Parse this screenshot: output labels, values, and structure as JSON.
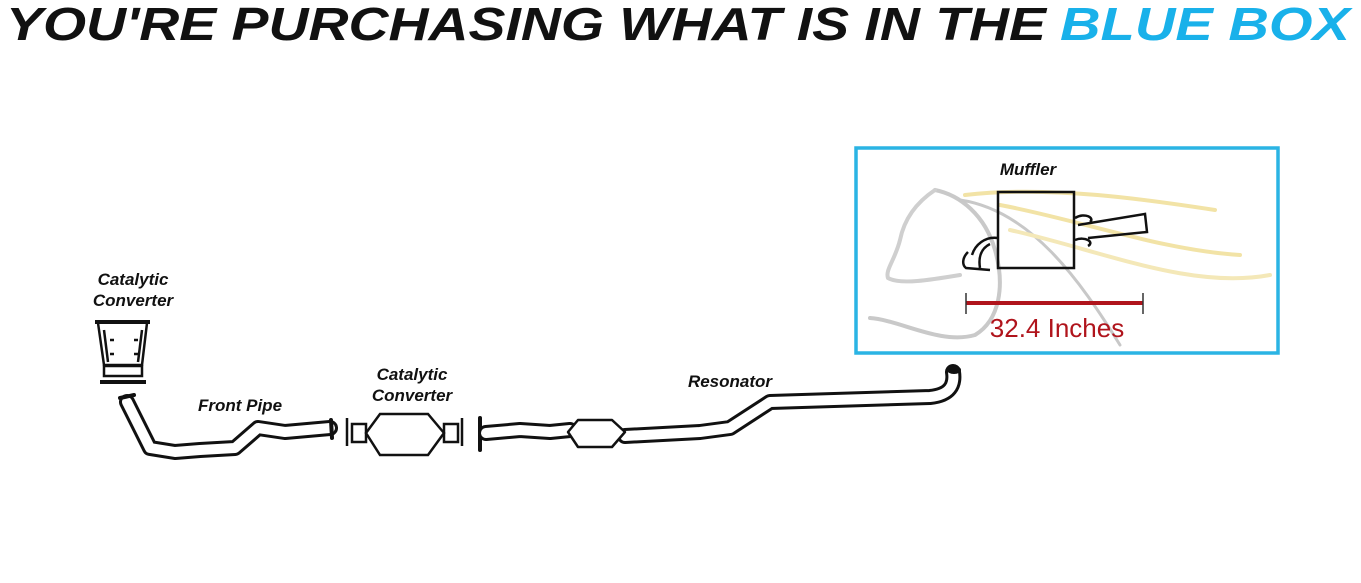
{
  "header": {
    "title_main": "YOU'RE PURCHASING WHAT IS IN THE",
    "title_highlight": "BLUE BOX"
  },
  "colors": {
    "highlight": "#19b1ea",
    "box_border": "#2ab4e4",
    "measure": "#b0141c",
    "ink": "#111111"
  },
  "diagram": {
    "labels": {
      "cat_converter_left_line1": "Catalytic",
      "cat_converter_left_line2": "Converter",
      "front_pipe": "Front Pipe",
      "cat_converter_mid_line1": "Catalytic",
      "cat_converter_mid_line2": "Converter",
      "resonator": "Resonator",
      "muffler": "Muffler"
    },
    "measurement": "32.4 Inches"
  }
}
